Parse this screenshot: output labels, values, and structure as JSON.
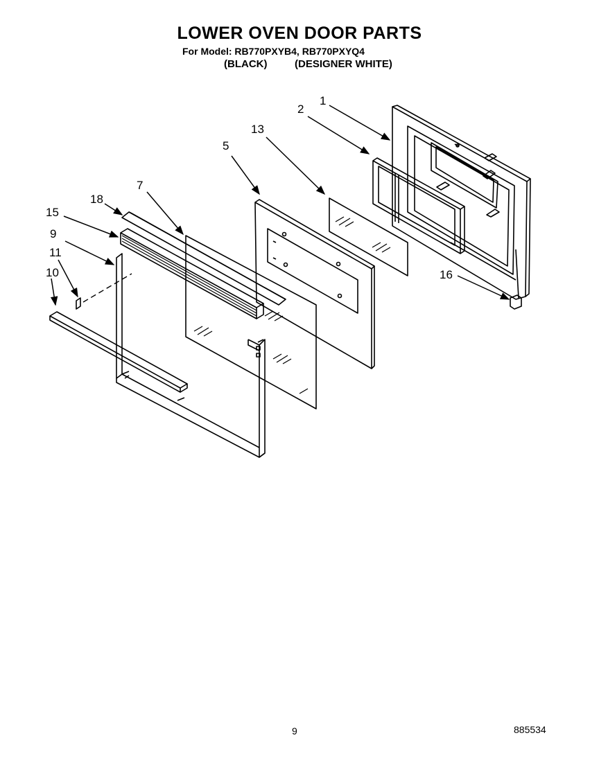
{
  "header": {
    "title": "LOWER OVEN DOOR PARTS",
    "model_line": "For Model: RB770PXYB4, RB770PXYQ4",
    "variant_black": "(BLACK)",
    "variant_white": "(DESIGNER WHITE)"
  },
  "callouts": {
    "c1": "1",
    "c2": "2",
    "c13": "13",
    "c5": "5",
    "c7": "7",
    "c18": "18",
    "c15": "15",
    "c9": "9",
    "c11": "11",
    "c10": "10",
    "c16": "16"
  },
  "footer": {
    "page_number": "9",
    "doc_number": "885534"
  }
}
